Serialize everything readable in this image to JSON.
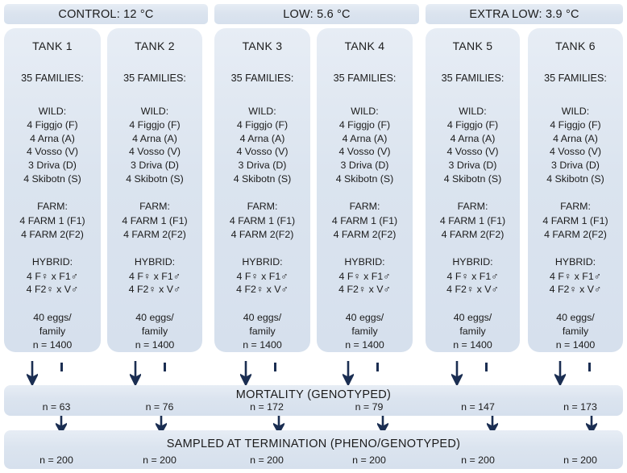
{
  "groups": [
    {
      "label": "CONTROL:  12 °C"
    },
    {
      "label": "LOW: 5.6 °C"
    },
    {
      "label": "EXTRA LOW: 3.9 °C"
    }
  ],
  "tanks": [
    {
      "title": "TANK 1",
      "families": "35 FAMILIES:",
      "wild_head": "WILD:",
      "wild": [
        "4 Figgjo (F)",
        "4 Arna (A)",
        "4 Vosso (V)",
        "3 Driva (D)",
        "4 Skibotn (S)"
      ],
      "farm_head": "FARM:",
      "farm": [
        "4 FARM 1 (F1)",
        "4 FARM 2(F2)"
      ],
      "hybrid_head": "HYBRID:",
      "hybrid": [
        "4 F♀ x F1♂",
        "4 F2♀ x V♂"
      ],
      "eggs": [
        "40 eggs/",
        "family",
        "n = 1400"
      ]
    },
    {
      "title": "TANK 2",
      "families": "35 FAMILIES:",
      "wild_head": "WILD:",
      "wild": [
        "4 Figgjo (F)",
        "4 Arna (A)",
        "4 Vosso (V)",
        "3 Driva (D)",
        "4 Skibotn (S)"
      ],
      "farm_head": "FARM:",
      "farm": [
        "4 FARM 1 (F1)",
        "4 FARM 2(F2)"
      ],
      "hybrid_head": "HYBRID:",
      "hybrid": [
        "4 F♀ x F1♂",
        "4 F2♀ x V♂"
      ],
      "eggs": [
        "40 eggs/",
        "family",
        "n = 1400"
      ]
    },
    {
      "title": "TANK 3",
      "families": "35 FAMILIES:",
      "wild_head": "WILD:",
      "wild": [
        "4 Figgjo (F)",
        "4 Arna (A)",
        "4 Vosso (V)",
        "3 Driva (D)",
        "4 Skibotn (S)"
      ],
      "farm_head": "FARM:",
      "farm": [
        "4 FARM 1 (F1)",
        "4 FARM 2(F2)"
      ],
      "hybrid_head": "HYBRID:",
      "hybrid": [
        "4 F♀ x F1♂",
        "4 F2♀ x V♂"
      ],
      "eggs": [
        "40 eggs/",
        "family",
        "n = 1400"
      ]
    },
    {
      "title": "TANK 4",
      "families": "35 FAMILIES:",
      "wild_head": "WILD:",
      "wild": [
        "4 Figgjo (F)",
        "4 Arna (A)",
        "4 Vosso (V)",
        "3 Driva (D)",
        "4 Skibotn (S)"
      ],
      "farm_head": "FARM:",
      "farm": [
        "4 FARM 1 (F1)",
        "4 FARM 2(F2)"
      ],
      "hybrid_head": "HYBRID:",
      "hybrid": [
        "4 F♀ x F1♂",
        "4 F2♀ x V♂"
      ],
      "eggs": [
        "40 eggs/",
        "family",
        "n = 1400"
      ]
    },
    {
      "title": "TANK 5",
      "families": "35 FAMILIES:",
      "wild_head": "WILD:",
      "wild": [
        "4 Figgjo (F)",
        "4 Arna (A)",
        "4 Vosso (V)",
        "3 Driva (D)",
        "4 Skibotn (S)"
      ],
      "farm_head": "FARM:",
      "farm": [
        "4 FARM 1 (F1)",
        "4 FARM 2(F2)"
      ],
      "hybrid_head": "HYBRID:",
      "hybrid": [
        "4 F♀ x F1♂",
        "4 F2♀ x V♂"
      ],
      "eggs": [
        "40 eggs/",
        "family",
        "n = 1400"
      ]
    },
    {
      "title": "TANK 6",
      "families": "35 FAMILIES:",
      "wild_head": "WILD:",
      "wild": [
        "4 Figgjo (F)",
        "4 Arna (A)",
        "4 Vosso (V)",
        "3 Driva (D)",
        "4 Skibotn (S)"
      ],
      "farm_head": "FARM:",
      "farm": [
        "4 FARM 1 (F1)",
        "4 FARM 2(F2)"
      ],
      "hybrid_head": "HYBRID:",
      "hybrid": [
        "4 F♀ x F1♂",
        "4 F2♀ x V♂"
      ],
      "eggs": [
        "40 eggs/",
        "family",
        "n = 1400"
      ]
    }
  ],
  "mortality": {
    "title": "MORTALITY (GENOTYPED)",
    "values": [
      "n = 63",
      "n  = 76",
      "n = 172",
      "n = 79",
      "n = 147",
      "n = 173"
    ]
  },
  "sampled": {
    "title": "SAMPLED  AT  TERMINATION (PHENO/GENOTYPED)",
    "values": [
      "n = 200",
      "n  = 200",
      "n = 200",
      "n = 200",
      "n = 200",
      "n = 200"
    ]
  },
  "colors": {
    "box_fill": "#dce5ef",
    "arrow": "#1b2e52",
    "text": "#1b1b1b",
    "background": "#ffffff"
  }
}
